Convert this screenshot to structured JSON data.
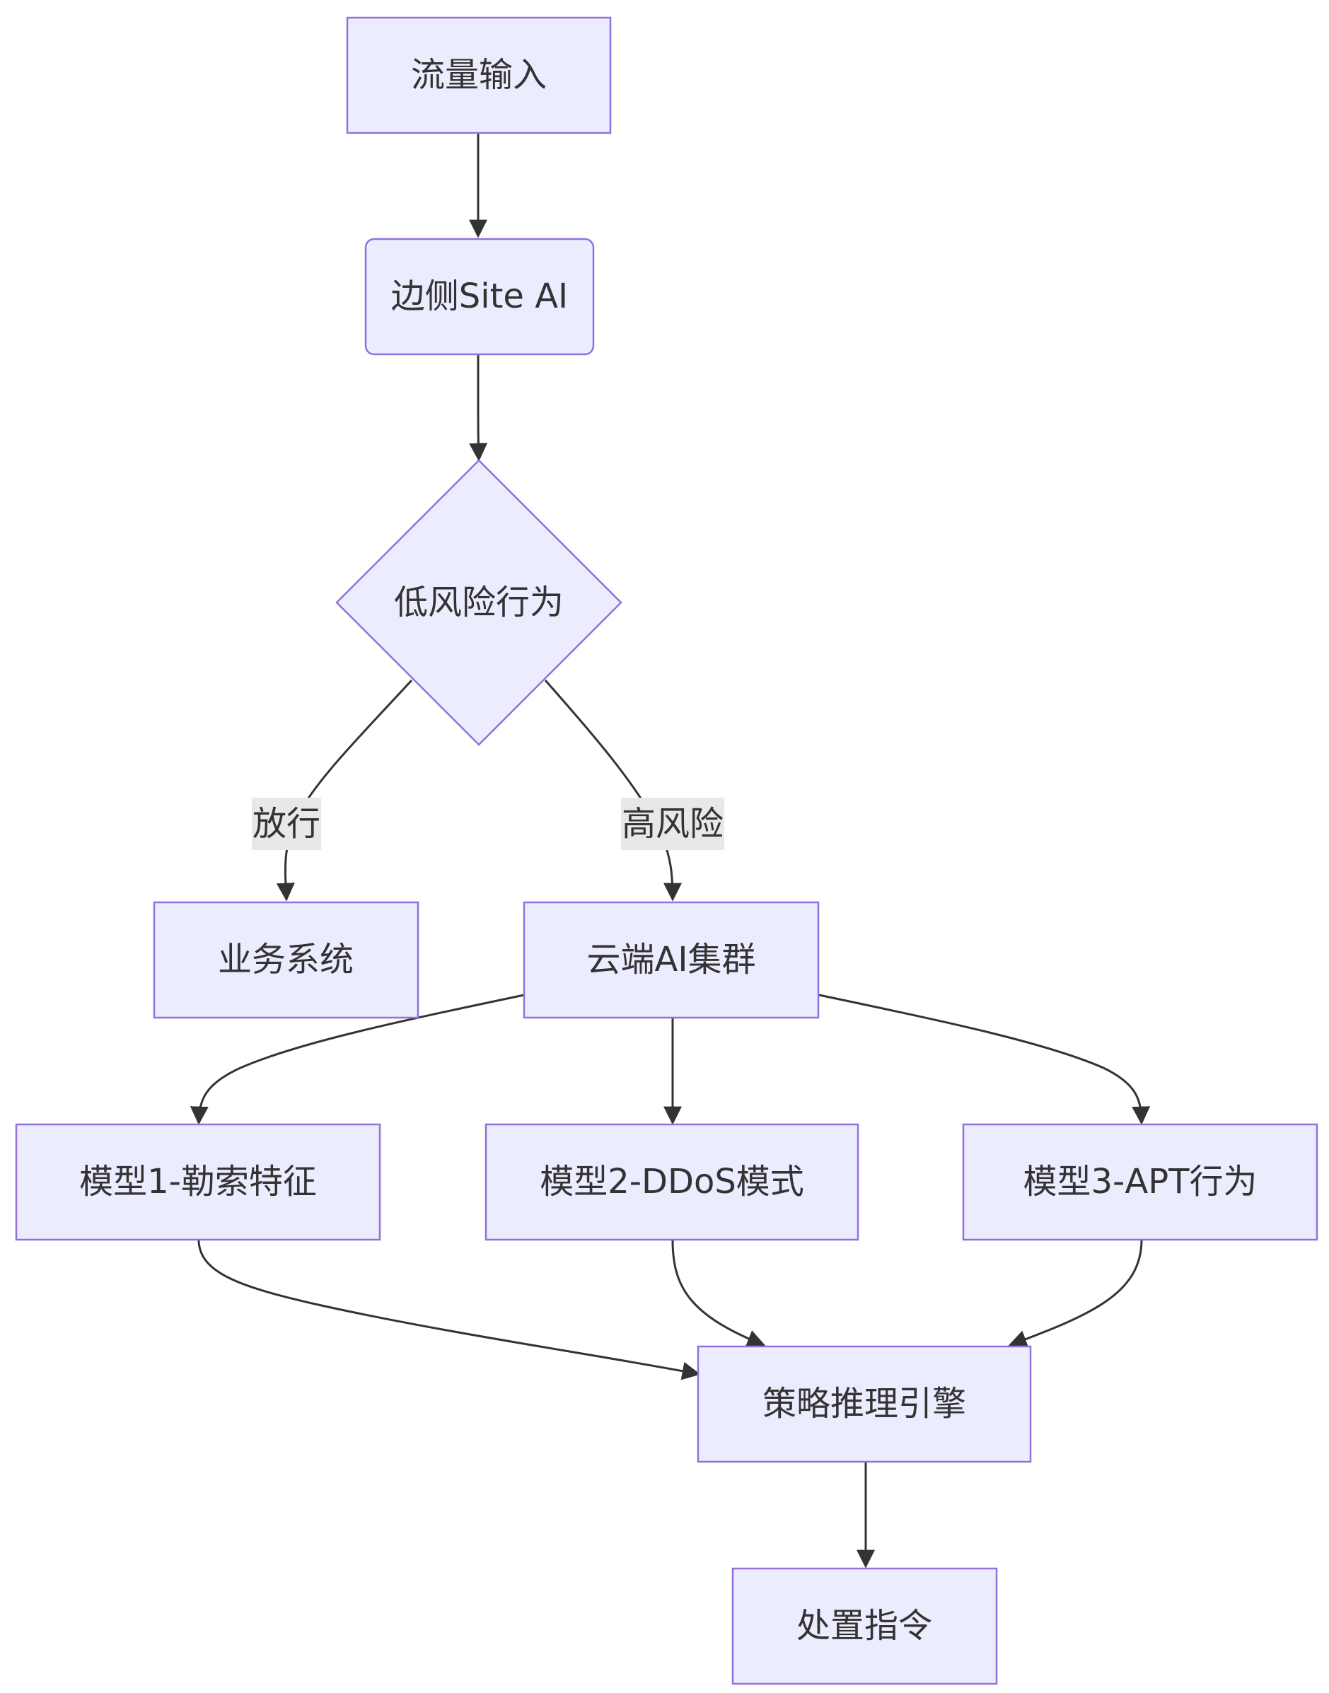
{
  "nodes": {
    "input": "流量输入",
    "edge_ai": "边侧Site AI",
    "decision": "低风险行为",
    "business": "业务系统",
    "cloud": "云端AI集群",
    "model1": "模型1-勒索特征",
    "model2": "模型2-DDoS模式",
    "model3": "模型3-APT行为",
    "engine": "策略推理引擎",
    "command": "处置指令"
  },
  "edges": {
    "allow_label": "放行",
    "high_risk_label": "高风险"
  },
  "colors": {
    "node_fill": "#ECECFF",
    "node_stroke": "#9370DB",
    "edge": "#333333",
    "label_bg": "#e8e8e8"
  }
}
